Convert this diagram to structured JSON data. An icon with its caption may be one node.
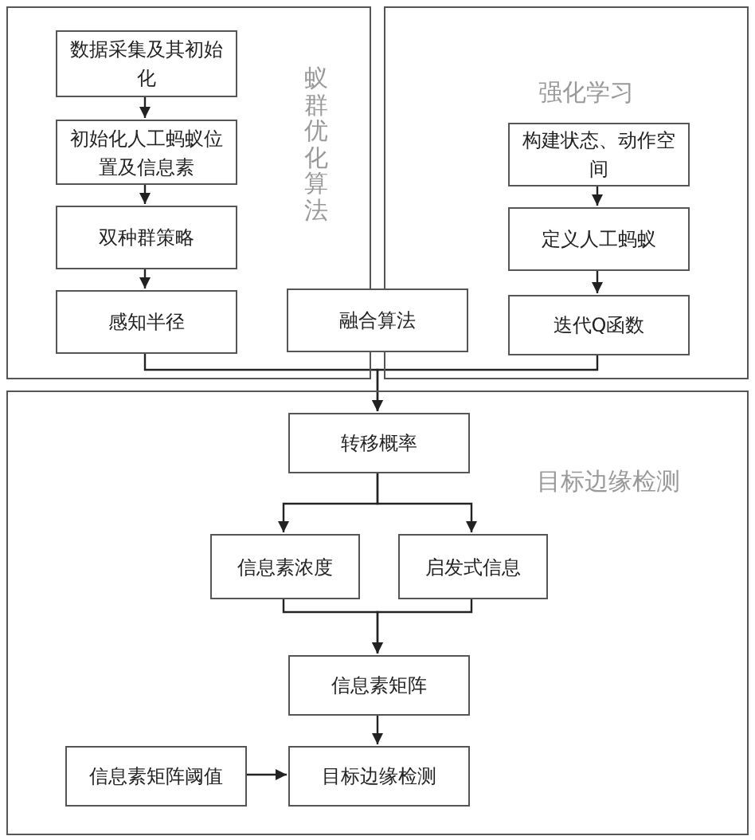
{
  "diagram": {
    "nodes": [
      {
        "text": [
          "蚁群优化算法"
        ]
      },
      {
        "text": [
          "数据采集及其初始化"
        ],
        "in": 0
      },
      {
        "text": [
          "初始化人工蚂蚁位置及信息素"
        ],
        "in": 0
      },
      {
        "text": [
          "双种群策略"
        ],
        "in": 0
      },
      {
        "text": [
          "感知半径"
        ],
        "in": 0
      },
      {
        "text": [
          "融合算法"
        ]
      },
      {
        "text": [
          "强化学习"
        ]
      },
      {
        "text": [
          "构建状态、动作空间"
        ],
        "in": 6
      },
      {
        "text": [
          "定义人工蚂蚁"
        ],
        "in": 6
      },
      {
        "text": [
          "迭代Q函数"
        ],
        "in": 6
      },
      {
        "text": [
          "目标边缘检测"
        ]
      },
      {
        "text": [
          "转移概率"
        ],
        "in": 10
      },
      {
        "text": [
          "信息素浓度"
        ],
        "in": 10
      },
      {
        "text": [
          "启发式信息"
        ],
        "in": 10
      },
      {
        "text": [
          "信息素矩阵"
        ],
        "in": 10
      },
      {
        "text": [
          "信息素矩阵阈值"
        ],
        "in": 10
      },
      {
        "text": [
          "目标边缘检测"
        ],
        "in": 10
      }
    ],
    "edges": [
      {
        "from": 1,
        "to": 2,
        "arrow": "to"
      },
      {
        "from": 2,
        "to": 3,
        "arrow": "to"
      },
      {
        "from": 3,
        "to": 4,
        "arrow": "to"
      },
      {
        "from": 7,
        "to": 8,
        "arrow": "to"
      },
      {
        "from": 8,
        "to": 9,
        "arrow": "to"
      },
      {
        "from": 4,
        "to": 11,
        "arrow": "to"
      },
      {
        "from": 9,
        "to": 11,
        "arrow": "to"
      },
      {
        "from": 11,
        "to": 12,
        "arrow": "to"
      },
      {
        "from": 11,
        "to": 13,
        "arrow": "to"
      },
      {
        "from": 12,
        "to": 14,
        "arrow": "to"
      },
      {
        "from": 13,
        "to": 14,
        "arrow": "to"
      },
      {
        "from": 14,
        "to": 16,
        "arrow": "to"
      },
      {
        "from": 15,
        "to": 16,
        "arrow": "to"
      }
    ]
  }
}
